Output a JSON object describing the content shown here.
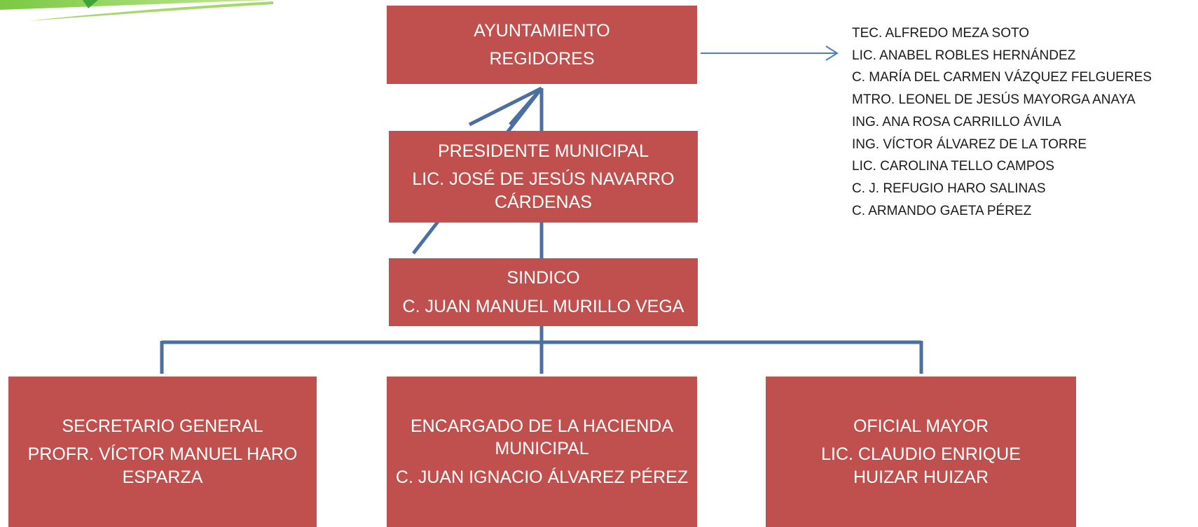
{
  "colors": {
    "box_fill": "#c0504d",
    "box_text": "#ffffff",
    "connector": "#4a6fa0",
    "arrow": "#4a7fc4",
    "accent_green": "#7ac943"
  },
  "icons": {
    "corner_decoration": "green-swoosh-logo"
  },
  "ayuntamiento": {
    "line1": "AYUNTAMIENTO",
    "line2": "REGIDORES"
  },
  "presidente": {
    "line1": "PRESIDENTE MUNICIPAL",
    "line2": "LIC. JOSÉ DE JESÚS NAVARRO CÁRDENAS"
  },
  "sindico": {
    "line1": "SINDICO",
    "line2": "C. JUAN MANUEL MURILLO VEGA"
  },
  "secretario": {
    "line1": "SECRETARIO GENERAL",
    "line2": "PROFR. VÍCTOR MANUEL HARO ESPARZA"
  },
  "hacienda": {
    "line1": "ENCARGADO DE LA HACIENDA MUNICIPAL",
    "line2": "C. JUAN IGNACIO ÁLVAREZ PÉREZ"
  },
  "oficial": {
    "line1": "OFICIAL MAYOR",
    "line2": "LIC. CLAUDIO ENRIQUE HUIZAR HUIZAR"
  },
  "regidores": [
    "TEC. ALFREDO MEZA SOTO",
    "LIC. ANABEL ROBLES HERNÁNDEZ",
    "C. MARÍA DEL CARMEN VÁZQUEZ FELGUERES",
    "MTRO. LEONEL DE JESÚS MAYORGA ANAYA",
    "ING. ANA ROSA CARRILLO ÁVILA",
    "ING. VÍCTOR ÁLVAREZ DE LA TORRE",
    "LIC. CAROLINA TELLO CAMPOS",
    "C. J. REFUGIO HARO SALINAS",
    "C. ARMANDO GAETA PÉREZ"
  ]
}
